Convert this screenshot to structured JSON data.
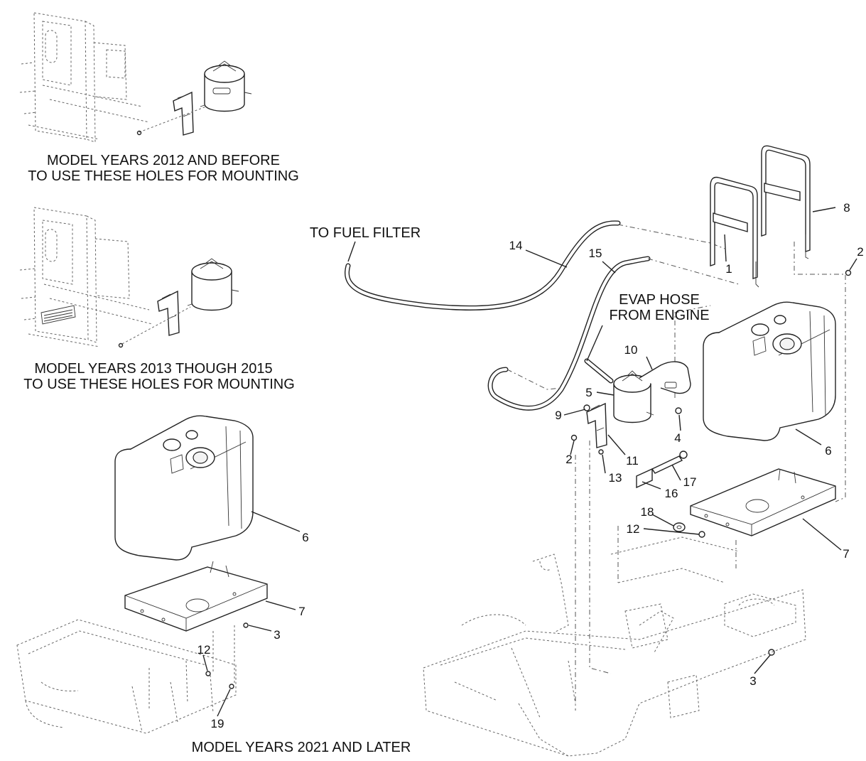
{
  "captions": {
    "years_2012_line1": "MODEL YEARS 2012 AND BEFORE",
    "years_2012_line2": "TO USE THESE HOLES FOR MOUNTING",
    "years_2013_line1": "MODEL YEARS 2013 THOUGH 2015",
    "years_2013_line2": "TO USE THESE HOLES FOR MOUNTING",
    "years_2021": "MODEL YEARS 2021 AND LATER"
  },
  "notes": {
    "fuel_filter": "TO FUEL FILTER",
    "evap_line1": "EVAP HOSE",
    "evap_line2": "FROM ENGINE"
  },
  "callouts": {
    "c1": "1",
    "c2a": "2",
    "c2b": "2",
    "c3a": "3",
    "c3b": "3",
    "c4": "4",
    "c5": "5",
    "c6a": "6",
    "c6b": "6",
    "c7a": "7",
    "c7b": "7",
    "c8": "8",
    "c9": "9",
    "c10": "10",
    "c11": "11",
    "c12a": "12",
    "c12b": "12",
    "c13": "13",
    "c14": "14",
    "c15": "15",
    "c16": "16",
    "c17": "17",
    "c18": "18",
    "c19": "19"
  }
}
